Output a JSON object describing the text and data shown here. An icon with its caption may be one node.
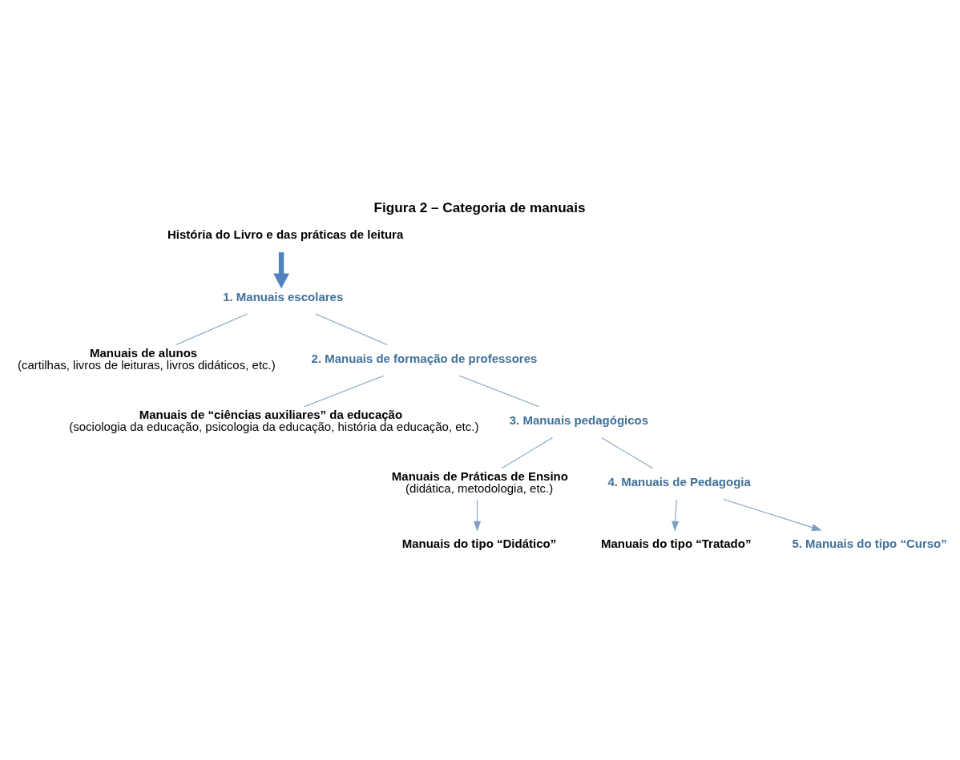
{
  "diagram": {
    "title": "Figura 2 – Categoria de manuais",
    "nodes": [
      {
        "text": [
          "História do Livro e das práticas de leitura"
        ]
      },
      {
        "text": [
          "1. Manuais escolares"
        ]
      },
      {
        "text": [
          "Manuais de alunos",
          "(cartilhas, livros de leituras, livros didáticos, etc.)"
        ]
      },
      {
        "text": [
          "2. Manuais de formação de professores"
        ]
      },
      {
        "text": [
          "Manuais de “ciências auxiliares” da educação",
          "(sociologia da educação, psicologia da educação, história da educação, etc.)"
        ]
      },
      {
        "text": [
          "3. Manuais pedagógicos"
        ]
      },
      {
        "text": [
          "Manuais de Práticas de Ensino",
          "(didática, metodologia, etc.)"
        ]
      },
      {
        "text": [
          "4. Manuais de Pedagogia"
        ]
      },
      {
        "text": [
          "Manuais do tipo “Didático”"
        ]
      },
      {
        "text": [
          "Manuais do tipo “Tratado”"
        ]
      },
      {
        "text": [
          "5. Manuais do tipo “Curso”"
        ]
      }
    ],
    "edges": [
      {
        "from": 0,
        "to": 1,
        "arrow": "to",
        "style": "thick",
        "color": "#4f81bd"
      },
      {
        "from": 1,
        "to": 2,
        "arrow": "none"
      },
      {
        "from": 1,
        "to": 3,
        "arrow": "none"
      },
      {
        "from": 3,
        "to": 4,
        "arrow": "none"
      },
      {
        "from": 3,
        "to": 5,
        "arrow": "none"
      },
      {
        "from": 5,
        "to": 6,
        "arrow": "none"
      },
      {
        "from": 5,
        "to": 7,
        "arrow": "none"
      },
      {
        "from": 6,
        "to": 8,
        "arrow": "to"
      },
      {
        "from": 7,
        "to": 9,
        "arrow": "to"
      },
      {
        "from": 7,
        "to": 10,
        "arrow": "to"
      }
    ]
  }
}
